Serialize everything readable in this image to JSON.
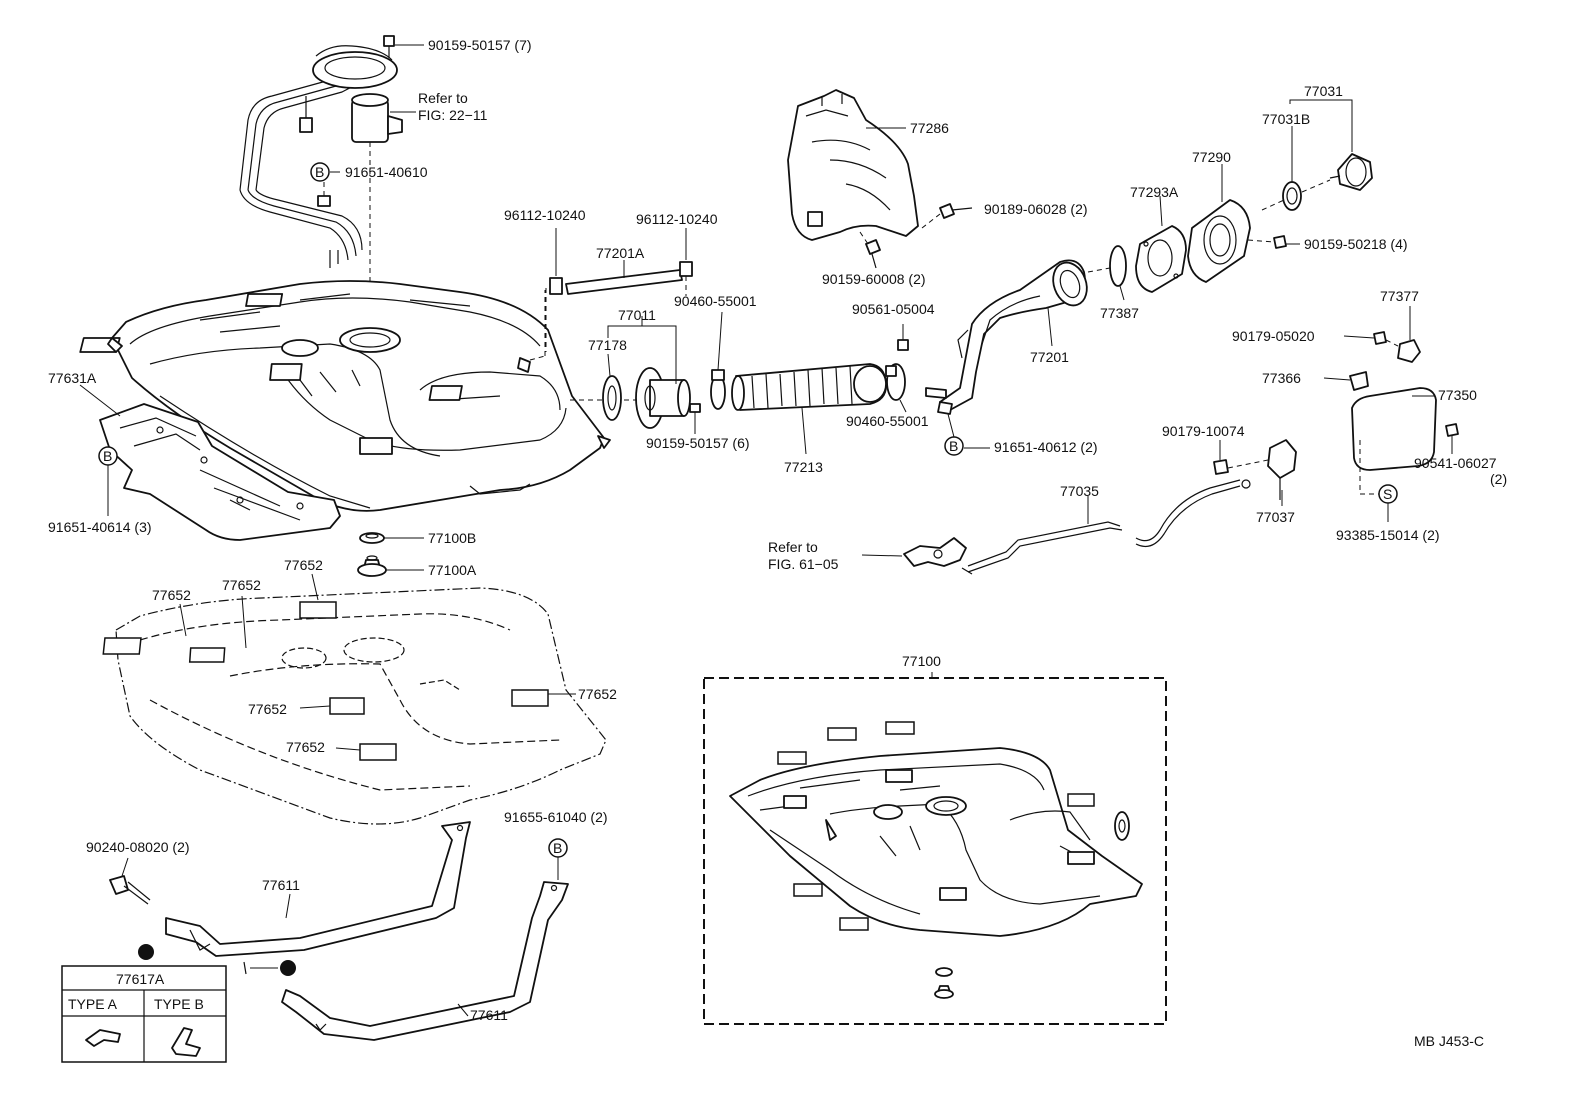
{
  "parts": {
    "p_90159_50157_7": "90159-50157 (7)",
    "refer_fig_22_11_line1": "Refer to",
    "refer_fig_22_11_line2": "FIG: 22−11",
    "p_91651_40610": "91651-40610",
    "p_96112_10240_a": "96112-10240",
    "p_96112_10240_b": "96112-10240",
    "p_77201A": "77201A",
    "p_90460_55001_a": "90460-55001",
    "p_77011": "77011",
    "p_77178": "77178",
    "p_90159_50157_6": "90159-50157 (6)",
    "p_77213": "77213",
    "p_77286": "77286",
    "p_90189_06028": "90189-06028 (2)",
    "p_90159_60008": "90159-60008 (2)",
    "p_90561_05004": "90561-05004",
    "p_90460_55001_b": "90460-55001",
    "p_91651_40612": "91651-40612 (2)",
    "p_77201": "77201",
    "p_77387": "77387",
    "p_77293A": "77293A",
    "p_77290": "77290",
    "p_77031": "77031",
    "p_77031B": "77031B",
    "p_90159_50218": "90159-50218 (4)",
    "p_77377": "77377",
    "p_90179_05020": "90179-05020",
    "p_77366": "77366",
    "p_77350": "77350",
    "p_90179_10074": "90179-10074",
    "p_90541_06027": "90541-06027",
    "p_90541_06027_qty": "(2)",
    "p_77037": "77037",
    "p_93385_15014": "93385-15014 (2)",
    "p_77035": "77035",
    "refer_fig_61_05_line1": "Refer to",
    "refer_fig_61_05_line2": "FIG. 61−05",
    "p_77631A": "77631A",
    "p_91651_40614": "91651-40614 (3)",
    "p_77100B": "77100B",
    "p_77100A": "77100A",
    "p_77652_top": "77652",
    "p_77652_left": "77652",
    "p_77652_mid": "77652",
    "p_77652_right": "77652",
    "p_77652_lower": "77652",
    "p_77652_bottom": "77652",
    "p_77100": "77100",
    "p_90240_08020": "90240-08020 (2)",
    "p_77611_upper": "77611",
    "p_77611_lower": "77611",
    "p_91655_61040": "91655-61040 (2)",
    "figure_code": "MB J453-C"
  },
  "markers": {
    "b": "B",
    "s": "S"
  },
  "type_table": {
    "title": "77617A",
    "col_a": "TYPE A",
    "col_b": "TYPE B"
  }
}
